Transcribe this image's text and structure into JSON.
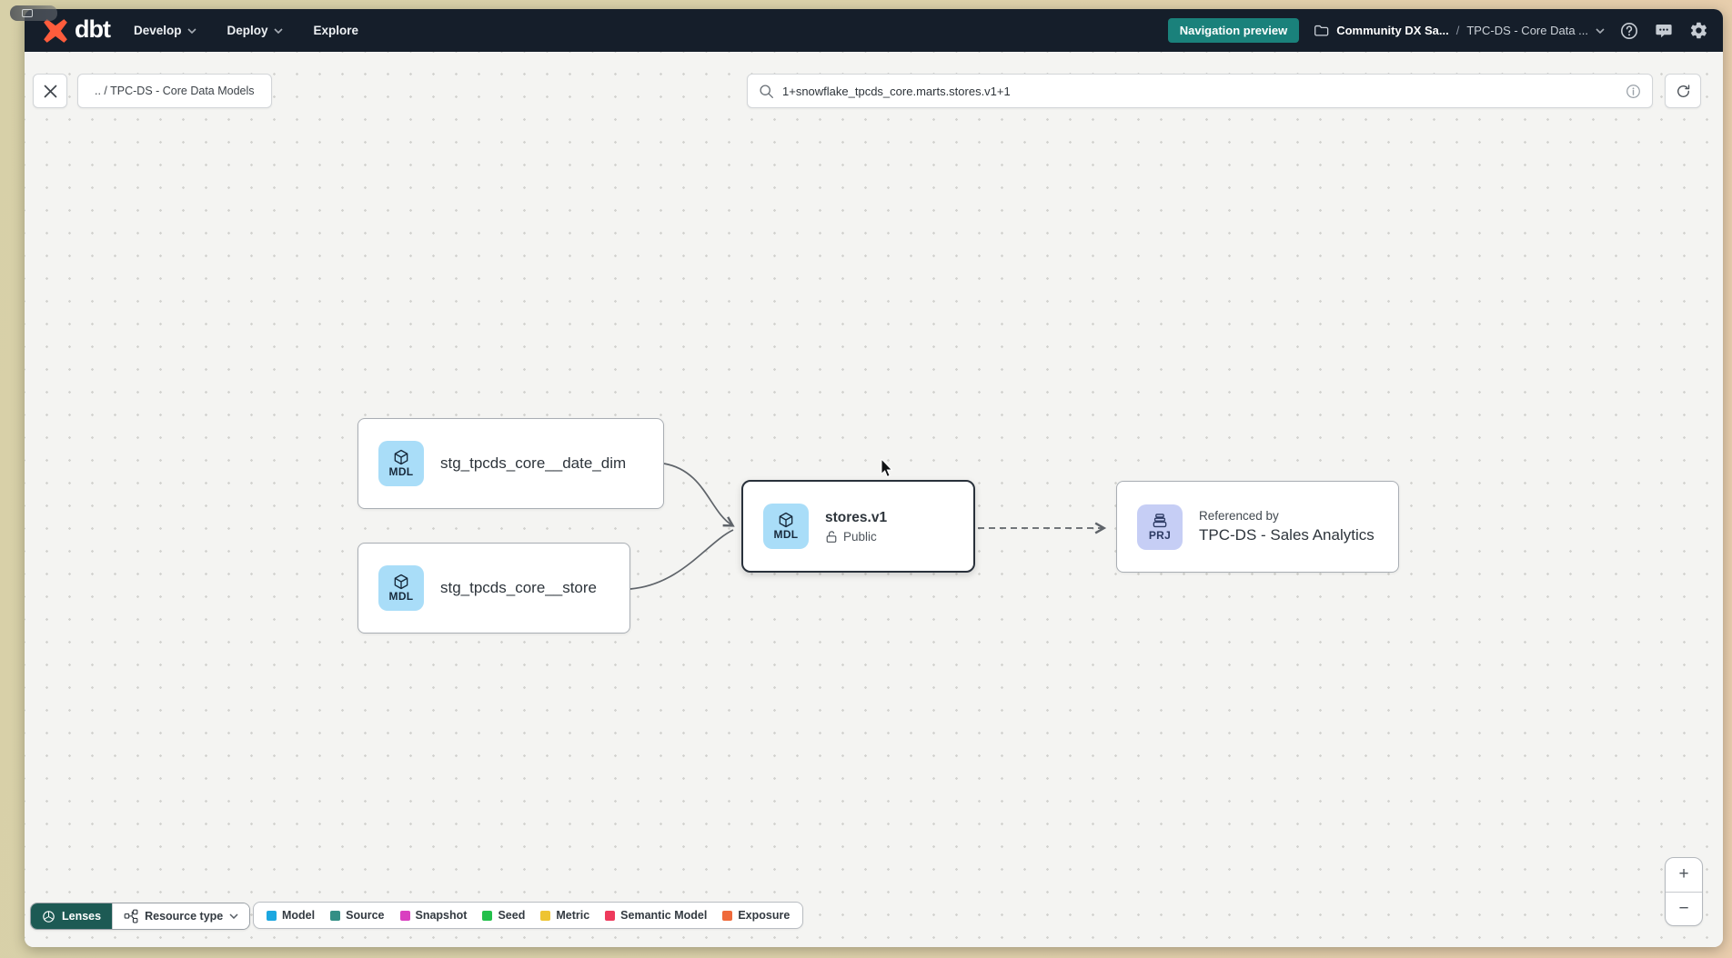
{
  "topnav": {
    "logo_text": "dbt",
    "menu": [
      {
        "label": "Develop",
        "has_chevron": true
      },
      {
        "label": "Deploy",
        "has_chevron": true
      },
      {
        "label": "Explore",
        "has_chevron": false
      }
    ],
    "preview_badge": "Navigation preview",
    "account": "Community DX Sa...",
    "breadcrumb_separator": "/",
    "project": "TPC-DS - Core Data ..."
  },
  "toolbar": {
    "breadcrumb": ".. / TPC-DS - Core Data Models",
    "search_value": "1+snowflake_tpcds_core.marts.stores.v1+1"
  },
  "graph": {
    "nodes": {
      "date_dim": {
        "badge": "MDL",
        "label": "stg_tpcds_core__date_dim"
      },
      "store": {
        "badge": "MDL",
        "label": "stg_tpcds_core__store"
      },
      "stores_v1": {
        "badge": "MDL",
        "title": "stores.v1",
        "access": "Public"
      },
      "referenced": {
        "badge": "PRJ",
        "kicker": "Referenced by",
        "title": "TPC-DS - Sales Analytics"
      }
    },
    "edges": [
      {
        "from": "stg_tpcds_core__date_dim",
        "to": "stores.v1",
        "style": "solid"
      },
      {
        "from": "stg_tpcds_core__store",
        "to": "stores.v1",
        "style": "solid"
      },
      {
        "from": "stores.v1",
        "to": "TPC-DS - Sales Analytics",
        "style": "dashed"
      }
    ]
  },
  "footer": {
    "lenses_label": "Lenses",
    "resource_type_label": "Resource type",
    "legend": [
      {
        "label": "Model",
        "color": "#1ca7e0"
      },
      {
        "label": "Source",
        "color": "#338f85"
      },
      {
        "label": "Snapshot",
        "color": "#d940c0"
      },
      {
        "label": "Seed",
        "color": "#23c04b"
      },
      {
        "label": "Metric",
        "color": "#eec431"
      },
      {
        "label": "Semantic Model",
        "color": "#ee3a5c"
      },
      {
        "label": "Exposure",
        "color": "#ef6a3b"
      }
    ]
  },
  "zoom_controls": {
    "zoom_in": "+",
    "zoom_out": "−"
  }
}
